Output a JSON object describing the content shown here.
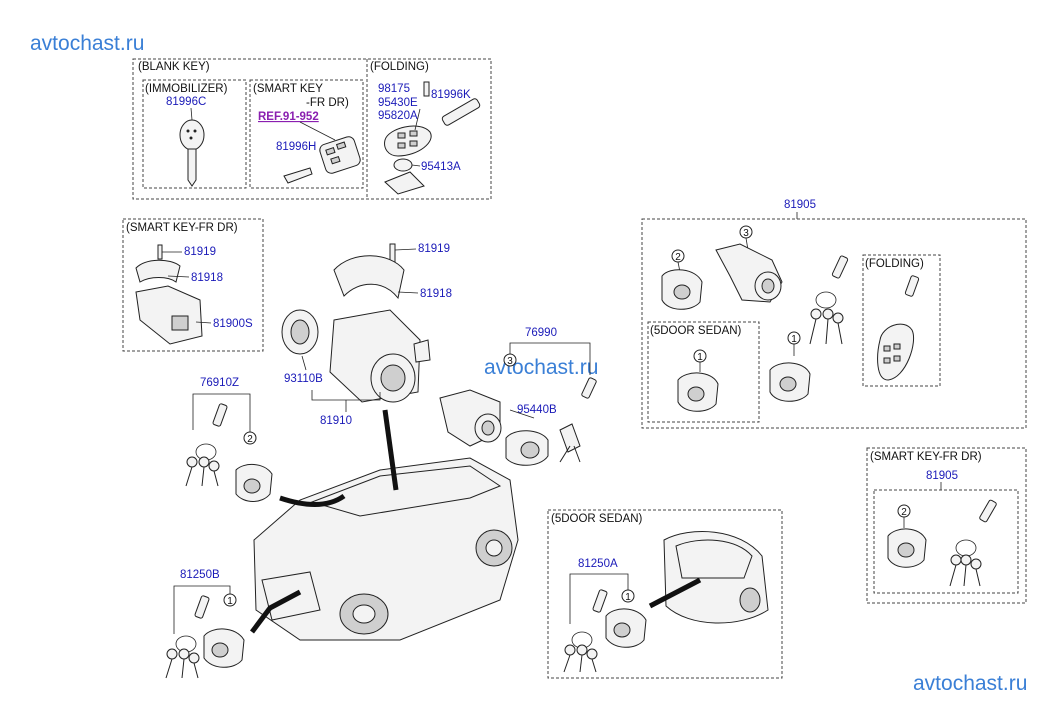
{
  "watermarks": {
    "top_left": "avtochast.ru",
    "center": "avtochast.ru",
    "bottom_right": "avtochast.ru"
  },
  "groups": {
    "blank_key": "(BLANK KEY)",
    "immobilizer": "(IMMOBILIZER)",
    "smart_key_line1": "(SMART KEY",
    "smart_key_line2": "-FR DR)",
    "folding": "(FOLDING)",
    "smart_key_fr_dr_left": "(SMART KEY-FR DR)",
    "five_door_sedan_right": "(5DOOR SEDAN)",
    "folding_right": "(FOLDING)",
    "smart_key_fr_dr_right": "(SMART KEY-FR DR)",
    "five_door_sedan_bottom": "(5DOOR SEDAN)"
  },
  "refs": {
    "ref_91_952": "REF.91-952"
  },
  "parts": {
    "p81996C": "81996C",
    "p81996H": "81996H",
    "p98175": "98175",
    "p95430E": "95430E",
    "p95820A": "95820A",
    "p81996K": "81996K",
    "p95413A": "95413A",
    "p81919_left": "81919",
    "p81918_left": "81918",
    "p81900S": "81900S",
    "p81919_mid": "81919",
    "p81918_mid": "81918",
    "p93110B": "93110B",
    "p81910": "81910",
    "p76990": "76990",
    "p95440B": "95440B",
    "p76910Z": "76910Z",
    "p81905_top": "81905",
    "p81905_right": "81905",
    "p81250B": "81250B",
    "p81250A": "81250A"
  },
  "callouts": {
    "c1": "1",
    "c2": "2",
    "c3": "3"
  }
}
